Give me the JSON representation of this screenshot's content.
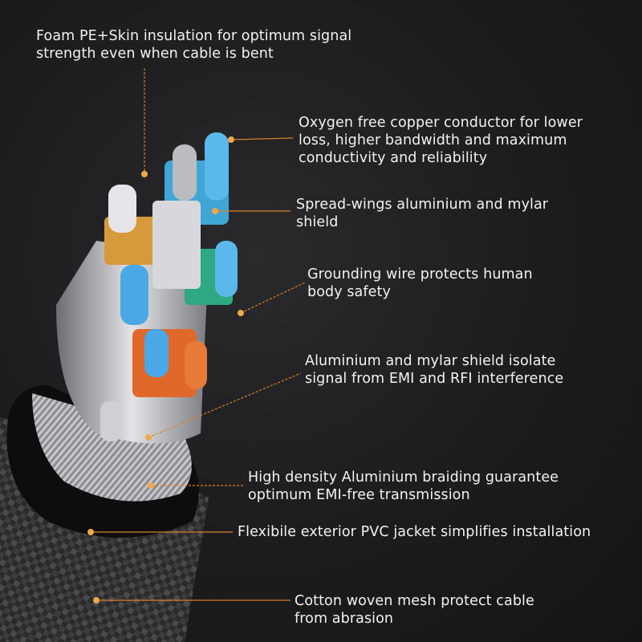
{
  "labels": {
    "insulation": {
      "line1": "Foam PE+Skin insulation for optimum signal",
      "line2": "strength even when cable is bent"
    },
    "conductor": {
      "line1": "Oxygen free copper conductor for lower",
      "line2": "loss, higher bandwidth and maximum",
      "line3": "conductivity and reliability"
    },
    "spread_shield": {
      "line1": "Spread-wings aluminium and mylar",
      "line2": "shield"
    },
    "grounding": {
      "line1": "Grounding wire protects human",
      "line2": "body safety"
    },
    "mylar_shield": {
      "line1": "Aluminium and mylar shield isolate",
      "line2": "signal from EMI and RFI interference"
    },
    "braiding": {
      "line1": "High density Aluminium braiding guarantee",
      "line2": "optimum EMI-free transmission"
    },
    "jacket": {
      "line1": "Flexibile exterior PVC jacket simplifies installation"
    },
    "mesh": {
      "line1": "Cotton woven mesh protect cable",
      "line2": "from abrasion"
    }
  },
  "colors": {
    "accent": "#d9822b",
    "text": "#f2f2f2",
    "background": "#1b1b1d"
  }
}
